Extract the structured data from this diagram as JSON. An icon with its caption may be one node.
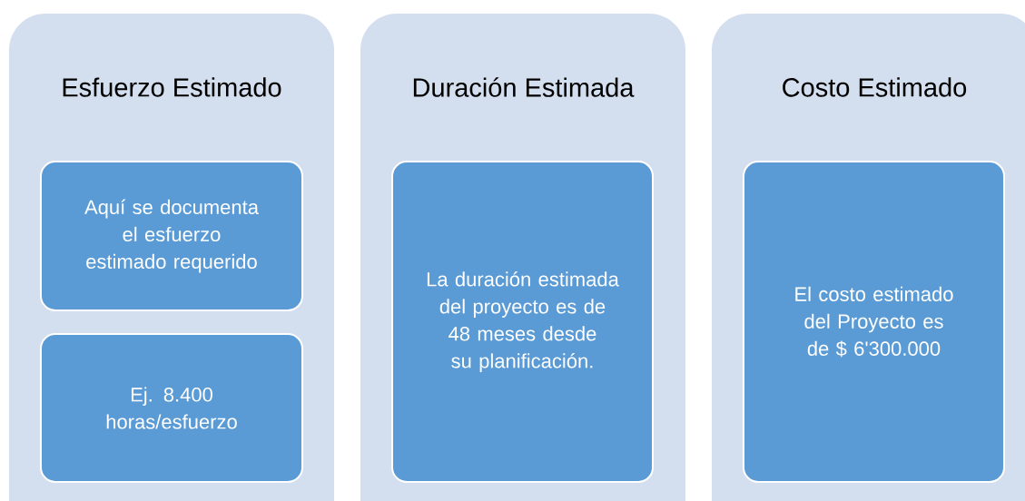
{
  "diagram": {
    "nodes": [
      {
        "text": [
          "Esfuerzo Estimado"
        ]
      },
      {
        "text": [
          "Aquí se documenta el esfuerzo estimado requerido"
        ],
        "in": 0
      },
      {
        "text": [
          "Ej. 8.400 horas/esfuerzo"
        ],
        "in": 0
      },
      {
        "text": [
          "Duración Estimada"
        ]
      },
      {
        "text": [
          "La duración estimada del proyecto es de 48 meses desde su planificación."
        ],
        "in": 3
      },
      {
        "text": [
          "Costo Estimado"
        ]
      },
      {
        "text": [
          "El costo estimado del Proyecto es de $ 6'300.000"
        ],
        "in": 5
      }
    ]
  }
}
